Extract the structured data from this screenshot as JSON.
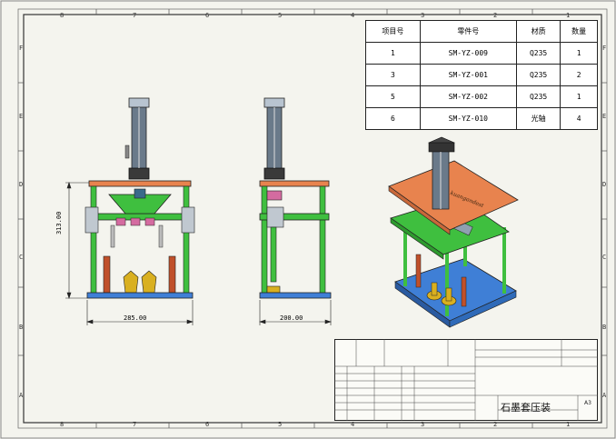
{
  "frame": {
    "top_numbers": [
      "8",
      "7",
      "6",
      "5",
      "4",
      "3",
      "2",
      "1"
    ],
    "bottom_numbers": [
      "8",
      "7",
      "6",
      "5",
      "4",
      "3",
      "2",
      "1"
    ],
    "side_letters": [
      "F",
      "E",
      "D",
      "C",
      "B",
      "A"
    ]
  },
  "bom": {
    "headers": [
      "项目号",
      "零件号",
      "材质",
      "数量"
    ],
    "rows": [
      {
        "item": "1",
        "part": "SM-YZ-009",
        "material": "Q235",
        "qty": "1"
      },
      {
        "item": "3",
        "part": "SM-YZ-001",
        "material": "Q235",
        "qty": "2"
      },
      {
        "item": "5",
        "part": "SM-YZ-002",
        "material": "Q235",
        "qty": "1"
      },
      {
        "item": "6",
        "part": "SM-YZ-010",
        "material": "光轴",
        "qty": "4"
      }
    ]
  },
  "dimensions": {
    "front_height": "313.00",
    "front_width": "285.00",
    "side_width": "200.00"
  },
  "title_block": {
    "drawing_title": "石墨套压装",
    "sheet_size": "A3"
  },
  "model_engraving": "kuangandest",
  "colors": {
    "plate_orange": "#e8834e",
    "plate_green": "#3fbf3f",
    "plate_blue": "#3f7fd6",
    "frame_line": "#555555"
  }
}
